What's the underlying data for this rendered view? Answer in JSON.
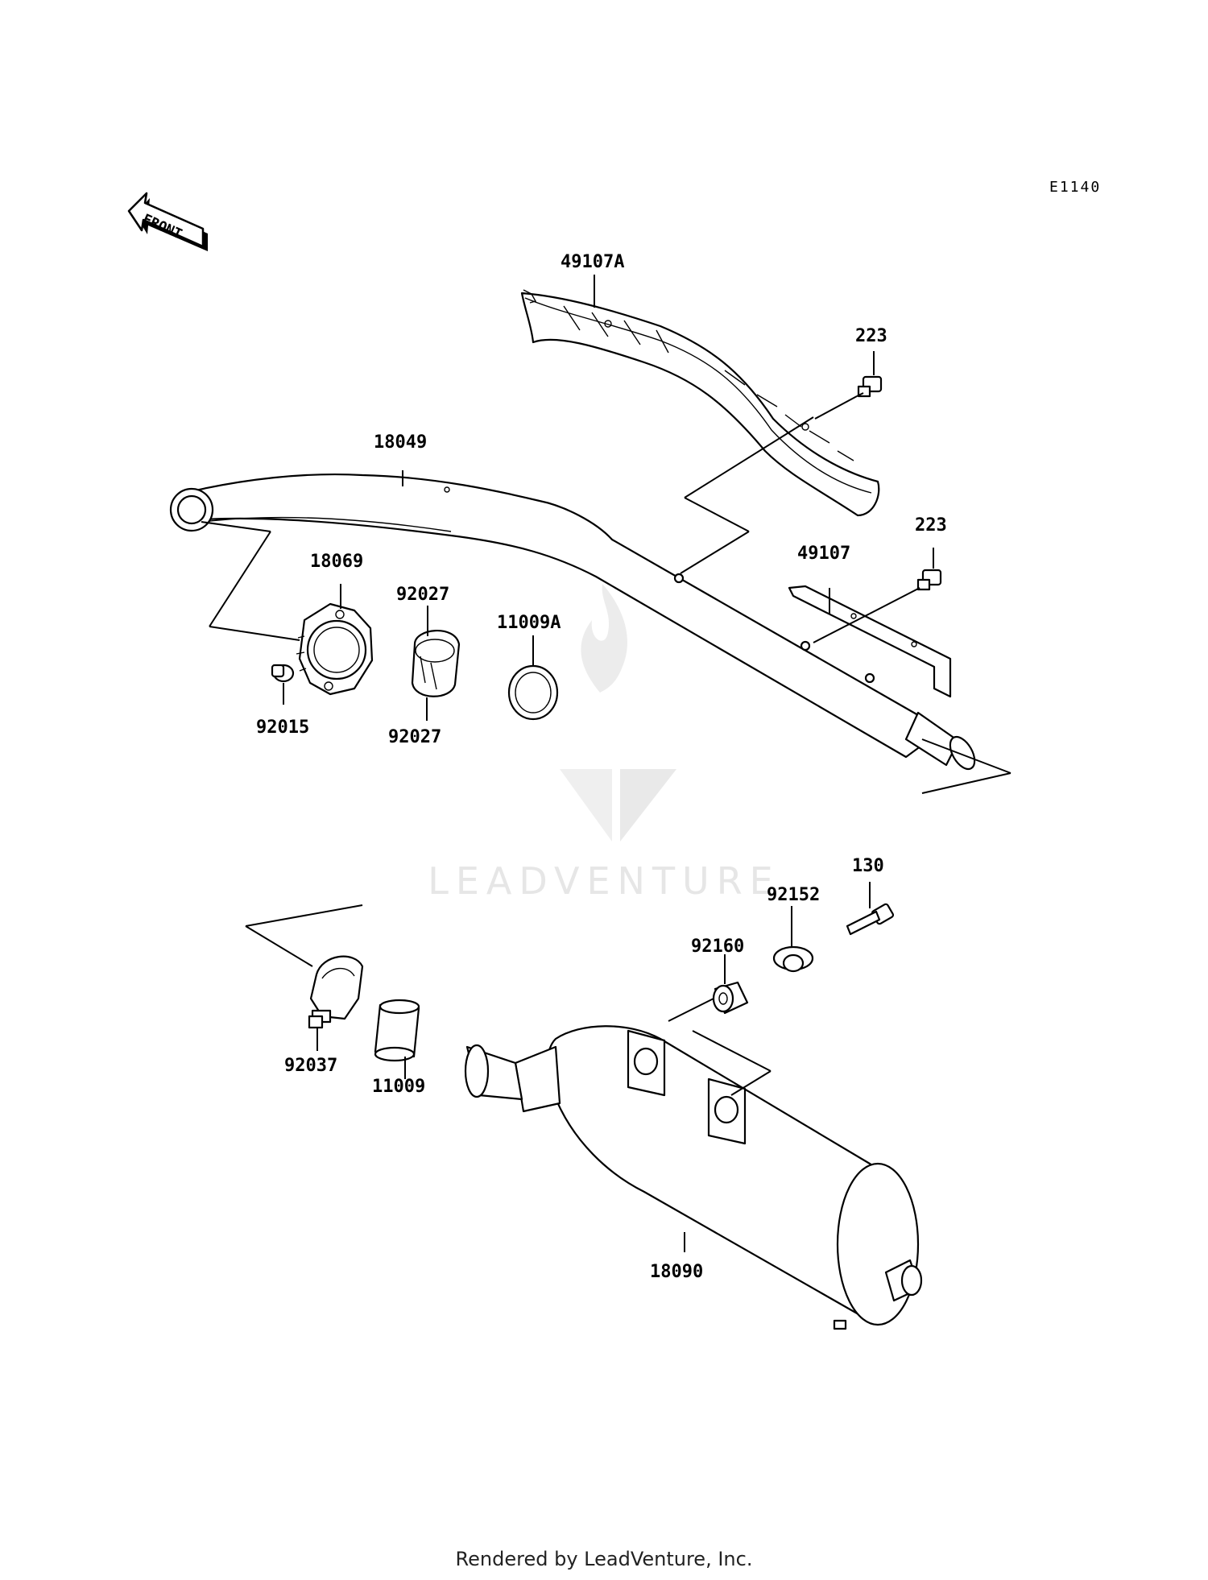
{
  "diagram_code": "E1140",
  "front_arrow_text": "FRONT",
  "watermark": "LEADVENTURE",
  "footer": "Rendered by LeadVenture, Inc.",
  "callouts": {
    "c49107A": "49107A",
    "c223a": "223",
    "c18049": "18049",
    "c223b": "223",
    "c49107": "49107",
    "c18069": "18069",
    "c92027a": "92027",
    "c11009A": "11009A",
    "c92015": "92015",
    "c92027b": "92027",
    "c130": "130",
    "c92152": "92152",
    "c92160": "92160",
    "c92037": "92037",
    "c11009": "11009",
    "c18090": "18090"
  }
}
